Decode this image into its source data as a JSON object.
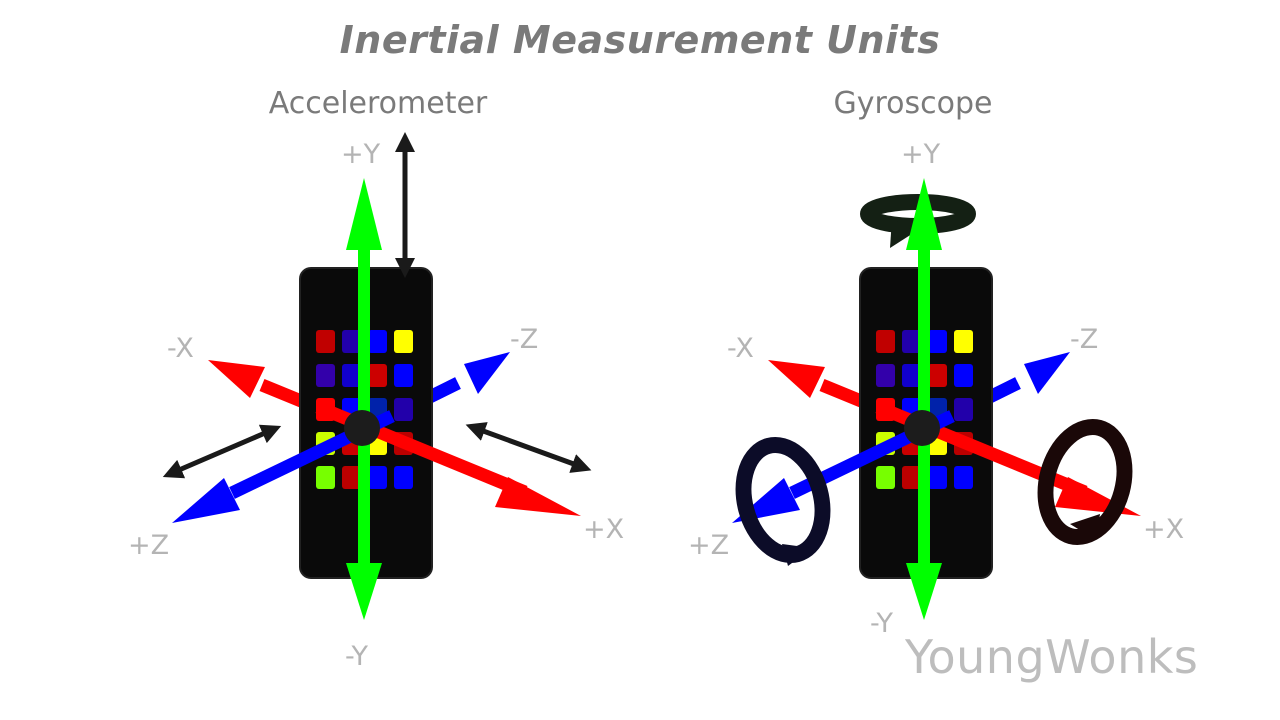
{
  "title": "Inertial Measurement Units",
  "panels": [
    {
      "name": "Accelerometer",
      "axes": {
        "plus_y": "+Y",
        "minus_y": "-Y",
        "plus_x": "+X",
        "minus_x": "-X",
        "plus_z": "+Z",
        "minus_z": "-Z"
      },
      "motion": "linear"
    },
    {
      "name": "Gyroscope",
      "axes": {
        "plus_y": "+Y",
        "minus_y": "-Y",
        "plus_x": "+X",
        "minus_x": "-X",
        "plus_z": "+Z",
        "minus_z": "-Z"
      },
      "motion": "rotational"
    }
  ],
  "brand": "YoungWonks",
  "colors": {
    "x_axis": "#ff0000",
    "y_axis": "#00ff00",
    "z_axis": "#0000ff",
    "phone": "#0a0a0a",
    "text": "#7a7a7a",
    "axis_label": "#b4b4b4"
  },
  "app_tiles": [
    [
      "#c00000",
      "#2200aa",
      "#0000ff",
      "#ffff00"
    ],
    [
      "#3300aa",
      "#1100cc",
      "#cc0000",
      "#0000ff"
    ],
    [
      "#ff0000",
      "#0000ff",
      "#0022aa",
      "#2200aa"
    ],
    [
      "#ccff00",
      "#cc0000",
      "#ffff00",
      "#bb0000"
    ],
    [
      "#77ff00",
      "#bb0000",
      "#0000ff",
      "#0000ff"
    ]
  ]
}
